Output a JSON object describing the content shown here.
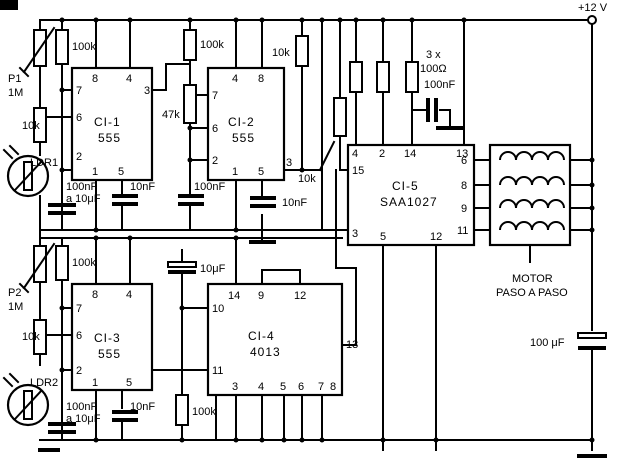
{
  "supply": {
    "label": "+12 V"
  },
  "chips": {
    "ci1": {
      "name": "CI-1",
      "type": "555",
      "pins": [
        "8",
        "4",
        "3",
        "7",
        "6",
        "2",
        "1",
        "5"
      ]
    },
    "ci2": {
      "name": "CI-2",
      "type": "555",
      "pins": [
        "4",
        "8",
        "7",
        "6",
        "2",
        "1",
        "5",
        "3"
      ]
    },
    "ci3": {
      "name": "CI-3",
      "type": "555",
      "pins": [
        "8",
        "4",
        "7",
        "6",
        "2",
        "1",
        "5"
      ]
    },
    "ci4": {
      "name": "CI-4",
      "type": "4013",
      "pins": [
        "14",
        "9",
        "12",
        "10",
        "13",
        "11",
        "3",
        "4",
        "5",
        "6",
        "7",
        "8"
      ]
    },
    "ci5": {
      "name": "CI-5",
      "type": "SAA1027",
      "pins": [
        "4",
        "2",
        "14",
        "13",
        "15",
        "3",
        "5",
        "12",
        "6",
        "8",
        "9",
        "11"
      ]
    }
  },
  "resistors": {
    "r_ci1_100k": "100k",
    "r_p1_10k": "10k",
    "r_ci2_100k": "100k",
    "r_ci2_47k": "47k",
    "r_10k_a": "10k",
    "r_10k_b": "10k",
    "r_3x": "3 x",
    "r_3x_val": "100Ω",
    "r_ci3_100k": "100k",
    "r_p2_10k": "10k",
    "r_ci4_100k": "100k"
  },
  "pots": {
    "p1_name": "P1",
    "p1_val": "1M",
    "p2_name": "P2",
    "p2_val": "1M"
  },
  "ldrs": {
    "ldr1": "LDR1",
    "ldr2": "LDR2"
  },
  "capacitors": {
    "c1a": "100nF",
    "c1b": "a 10μF",
    "c1c": "10nF",
    "c2a": "100nF",
    "c2b": "10nF",
    "c3a": "100nF",
    "c3b": "a 10μF",
    "c3c": "10nF",
    "c4": "10μF",
    "c5": "100nF",
    "c6": "100 μF"
  },
  "motor": {
    "line1": "MOTOR",
    "line2": "PASO A PASO"
  }
}
